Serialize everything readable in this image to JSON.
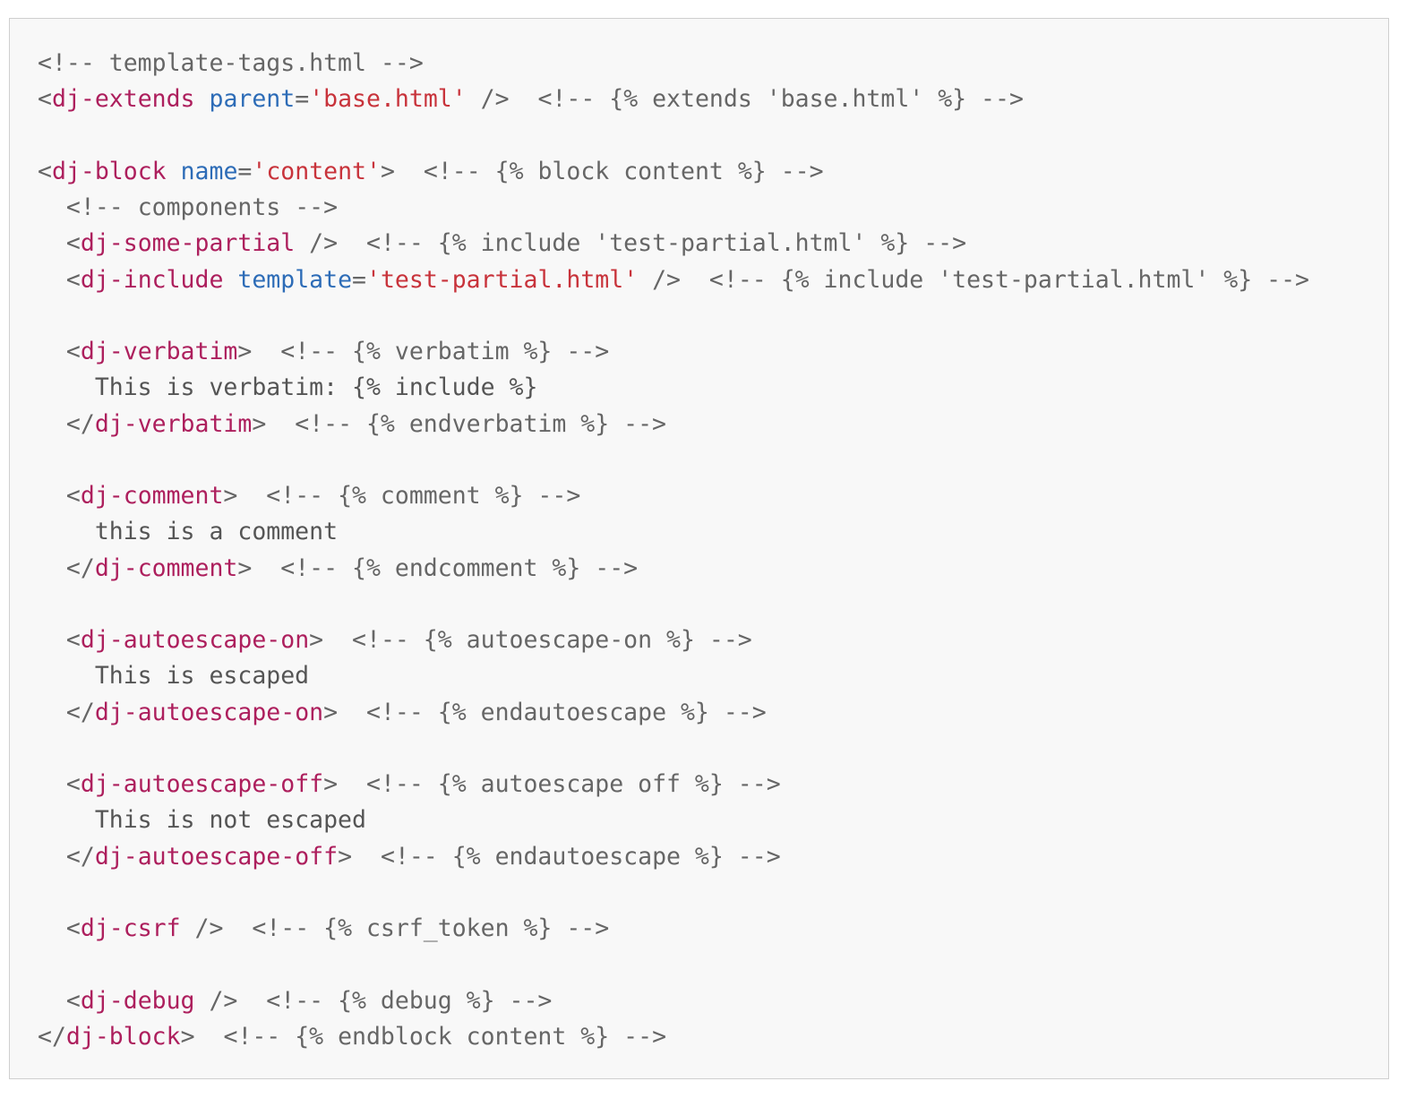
{
  "colors": {
    "tag": "#ad1f5d",
    "attr": "#2d6cb7",
    "string": "#c8333b",
    "text": "#666666",
    "background": "#f8f8f8"
  },
  "code_lines": [
    [
      [
        "cm",
        "<!-- template-tags.html -->"
      ]
    ],
    [
      [
        "p",
        "<"
      ],
      [
        "tag",
        "dj-extends"
      ],
      [
        "p",
        " "
      ],
      [
        "attr",
        "parent"
      ],
      [
        "p",
        "="
      ],
      [
        "str",
        "'base.html'"
      ],
      [
        "p",
        " />  "
      ],
      [
        "cm",
        "<!-- {% extends 'base.html' %} -->"
      ]
    ],
    [],
    [
      [
        "p",
        "<"
      ],
      [
        "tag",
        "dj-block"
      ],
      [
        "p",
        " "
      ],
      [
        "attr",
        "name"
      ],
      [
        "p",
        "="
      ],
      [
        "str",
        "'content'"
      ],
      [
        "p",
        ">  "
      ],
      [
        "cm",
        "<!-- {% block content %} -->"
      ]
    ],
    [
      [
        "p",
        "  "
      ],
      [
        "cm",
        "<!-- components -->"
      ]
    ],
    [
      [
        "p",
        "  <"
      ],
      [
        "tag",
        "dj-some-partial"
      ],
      [
        "p",
        " />  "
      ],
      [
        "cm",
        "<!-- {% include 'test-partial.html' %} -->"
      ]
    ],
    [
      [
        "p",
        "  <"
      ],
      [
        "tag",
        "dj-include"
      ],
      [
        "p",
        " "
      ],
      [
        "attr",
        "template"
      ],
      [
        "p",
        "="
      ],
      [
        "str",
        "'test-partial.html'"
      ],
      [
        "p",
        " />  "
      ],
      [
        "cm",
        "<!-- {% include 'test-partial.html' %} -->"
      ]
    ],
    [],
    [
      [
        "p",
        "  <"
      ],
      [
        "tag",
        "dj-verbatim"
      ],
      [
        "p",
        ">  "
      ],
      [
        "cm",
        "<!-- {% verbatim %} -->"
      ]
    ],
    [
      [
        "txt",
        "    This is verbatim: {% include %}"
      ]
    ],
    [
      [
        "p",
        "  </"
      ],
      [
        "tag",
        "dj-verbatim"
      ],
      [
        "p",
        ">  "
      ],
      [
        "cm",
        "<!-- {% endverbatim %} -->"
      ]
    ],
    [],
    [
      [
        "p",
        "  <"
      ],
      [
        "tag",
        "dj-comment"
      ],
      [
        "p",
        ">  "
      ],
      [
        "cm",
        "<!-- {% comment %} -->"
      ]
    ],
    [
      [
        "txt",
        "    this is a comment"
      ]
    ],
    [
      [
        "p",
        "  </"
      ],
      [
        "tag",
        "dj-comment"
      ],
      [
        "p",
        ">  "
      ],
      [
        "cm",
        "<!-- {% endcomment %} -->"
      ]
    ],
    [],
    [
      [
        "p",
        "  <"
      ],
      [
        "tag",
        "dj-autoescape-on"
      ],
      [
        "p",
        ">  "
      ],
      [
        "cm",
        "<!-- {% autoescape-on %} -->"
      ]
    ],
    [
      [
        "txt",
        "    This is escaped"
      ]
    ],
    [
      [
        "p",
        "  </"
      ],
      [
        "tag",
        "dj-autoescape-on"
      ],
      [
        "p",
        ">  "
      ],
      [
        "cm",
        "<!-- {% endautoescape %} -->"
      ]
    ],
    [],
    [
      [
        "p",
        "  <"
      ],
      [
        "tag",
        "dj-autoescape-off"
      ],
      [
        "p",
        ">  "
      ],
      [
        "cm",
        "<!-- {% autoescape off %} -->"
      ]
    ],
    [
      [
        "txt",
        "    This is not escaped"
      ]
    ],
    [
      [
        "p",
        "  </"
      ],
      [
        "tag",
        "dj-autoescape-off"
      ],
      [
        "p",
        ">  "
      ],
      [
        "cm",
        "<!-- {% endautoescape %} -->"
      ]
    ],
    [],
    [
      [
        "p",
        "  <"
      ],
      [
        "tag",
        "dj-csrf"
      ],
      [
        "p",
        " />  "
      ],
      [
        "cm",
        "<!-- {% csrf_token %} -->"
      ]
    ],
    [],
    [
      [
        "p",
        "  <"
      ],
      [
        "tag",
        "dj-debug"
      ],
      [
        "p",
        " />  "
      ],
      [
        "cm",
        "<!-- {% debug %} -->"
      ]
    ],
    [
      [
        "p",
        "</"
      ],
      [
        "tag",
        "dj-block"
      ],
      [
        "p",
        ">  "
      ],
      [
        "cm",
        "<!-- {% endblock content %} -->"
      ]
    ]
  ]
}
